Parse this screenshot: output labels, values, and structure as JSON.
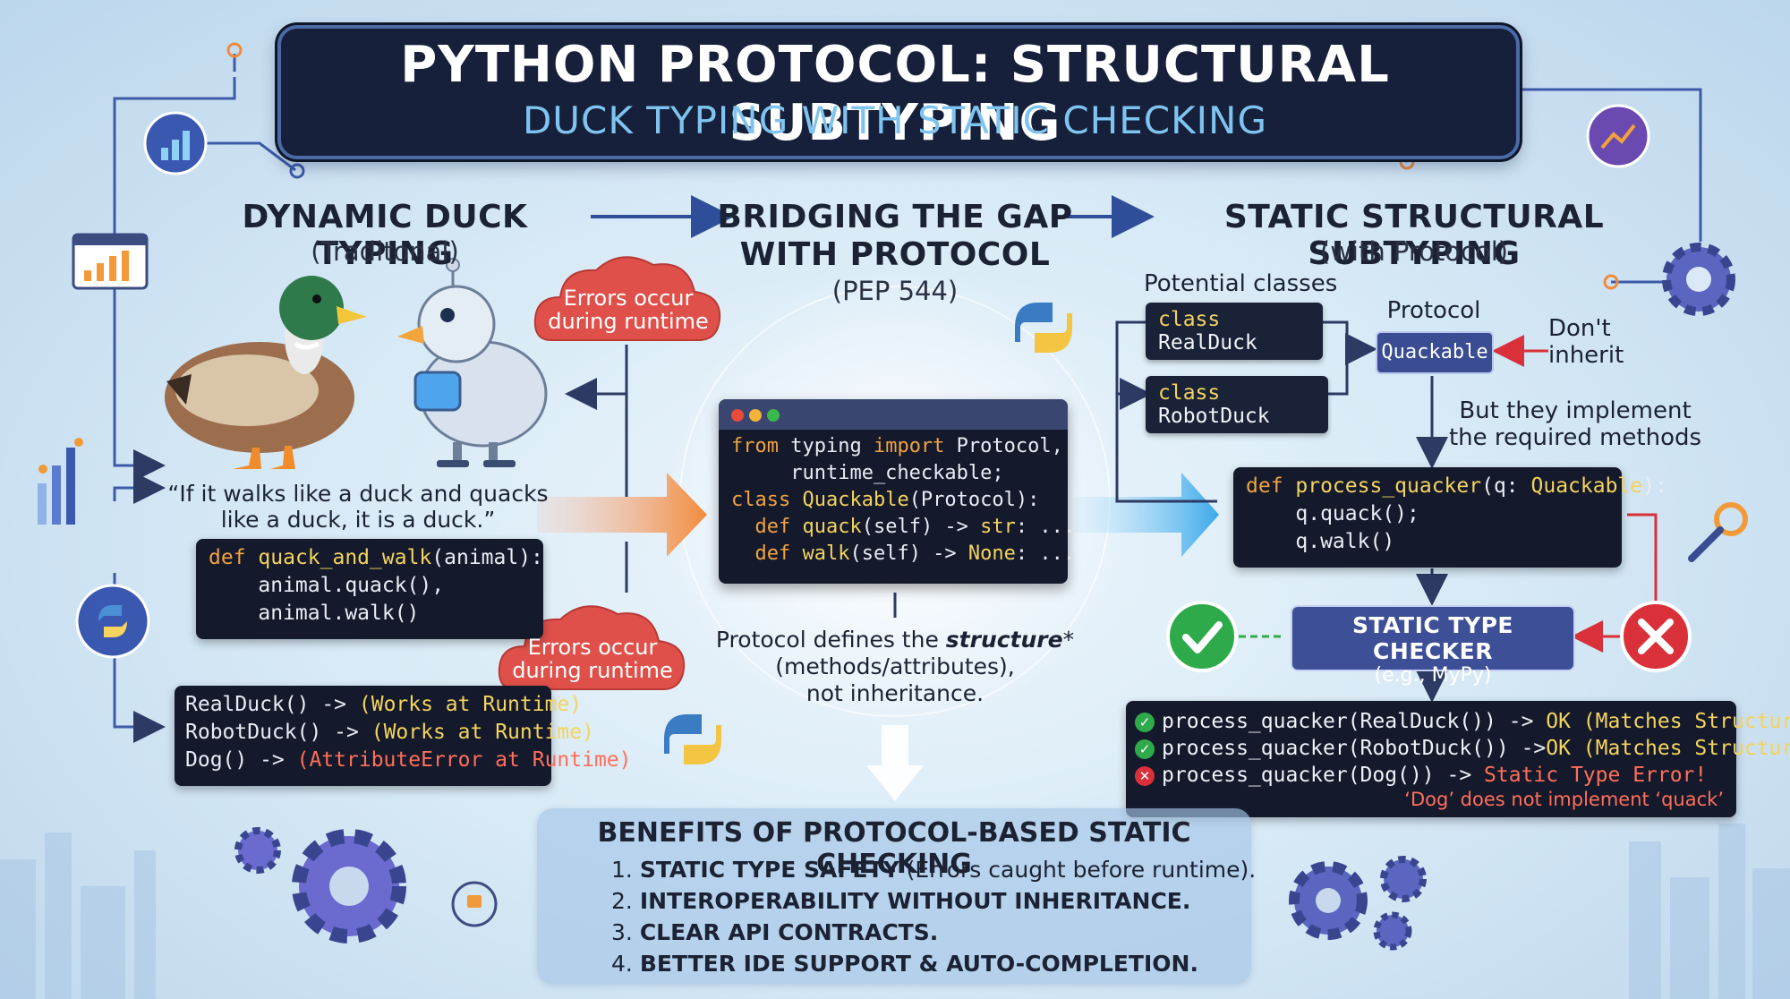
{
  "title": {
    "main": "PYTHON PROTOCOL: STRUCTURAL SUBTYPING",
    "sub": "DUCK TYPING WITH STATIC CHECKING"
  },
  "left": {
    "heading": "DYNAMIC DUCK TYPING",
    "subheading": "(Traditonal)",
    "quote_line1": "“If it walks like a duck and quacks",
    "quote_line2": "like a duck, it is a duck.”",
    "code": {
      "line1_kw": "def",
      "line1_fn": "quack_and_walk",
      "line1_rest": "(animal):",
      "line2": "    animal.quack(),",
      "line3": "    animal.walk()"
    },
    "results": [
      {
        "call": "RealDuck() -> ",
        "outcome": "(Works at Runtime)"
      },
      {
        "call": "RobotDuck() -> ",
        "outcome": "(Works at Runtime)"
      },
      {
        "call": "Dog() -> ",
        "outcome": "(AttributeError at Runtime)"
      }
    ]
  },
  "clouds": {
    "top_line1": "Errors occur",
    "top_line2": "during runtime",
    "bottom_line1": "Errors occur",
    "bottom_line2": "during runtime"
  },
  "middle": {
    "heading_line1": "BRIDGING THE GAP",
    "heading_line2": "WITH PROTOCOL",
    "subheading": "(PEP 544)",
    "code": {
      "l1_kw": "from",
      "l1_a": " typing ",
      "l1_kw2": "import",
      "l1_b": " Protocol,",
      "l2": "     runtime_checkable;",
      "l3_kw": "class",
      "l3_ty": " Quackable",
      "l3_rest": "(Protocol):",
      "l4_kw": "  def",
      "l4_fn": " quack",
      "l4_rest": "(self) -> ",
      "l4_ty": "str",
      "l4_end": ": ...",
      "l5_kw": "  def",
      "l5_fn": " walk",
      "l5_rest": "(self) -> ",
      "l5_ty": "None",
      "l5_end": ": ..."
    },
    "def_line1_a": "Protocol defines the ",
    "def_line1_em": "structure",
    "def_line1_b": "*",
    "def_line2": "(methods/attributes),",
    "def_line3": "not inheritance."
  },
  "right": {
    "heading": "STATIC STRUCTURAL SUBTYPING",
    "subheading": "(with Protocol)",
    "potential_label": "Potential classes",
    "class1_kw": "class",
    "class1_name": " RealDuck",
    "class2_kw": "class",
    "class2_name": " RobotDuck",
    "protocol_label": "Protocol",
    "protocol_name": "Quackable",
    "dont_inherit_1": "Don't",
    "dont_inherit_2": "inherit",
    "implement_1": "But they implement",
    "implement_2": "the required methods",
    "code": {
      "l1_kw": "def",
      "l1_fn": " process_quacker",
      "l1_rest": "(q: ",
      "l1_ty": "Quackable",
      "l1_end": "):",
      "l2": "    q.quack();",
      "l3": "    q.walk()"
    },
    "checker_title": "STATIC TYPE CHECKER",
    "checker_sub": "(e.g., MyPy)",
    "results": [
      {
        "call": "process_quacker(RealDuck()) -> ",
        "outcome": "OK (Matches Structure)",
        "status": "ok"
      },
      {
        "call": "process_quacker(RobotDuck()) ->",
        "outcome": "OK (Matches Structure)",
        "status": "ok"
      },
      {
        "call": "process_quacker(Dog()) -> ",
        "outcome": "Static Type Error!",
        "status": "error"
      }
    ],
    "error_detail": "‘Dog’ does not implement ‘quack’"
  },
  "benefits": {
    "title": "BENEFITS OF PROTOCOL-BASED STATIC CHECKING",
    "items": [
      {
        "num": "1. ",
        "bold": "STATIC TYPE SAFETY",
        "rest": " (Errors caught before runtime)."
      },
      {
        "num": "2. ",
        "bold": "INTEROPERABILITY WITHOUT INHERITANCE.",
        "rest": ""
      },
      {
        "num": "3. ",
        "bold": "CLEAR API CONTRACTS.",
        "rest": ""
      },
      {
        "num": "4. ",
        "bold": "BETTER IDE SUPPORT & AUTO-COMPLETION.",
        "rest": ""
      }
    ]
  },
  "colors": {
    "ok_green": "#2faa4a",
    "error_red": "#d9303a",
    "cloud_red": "#e0504a",
    "banner": "#16203a"
  }
}
